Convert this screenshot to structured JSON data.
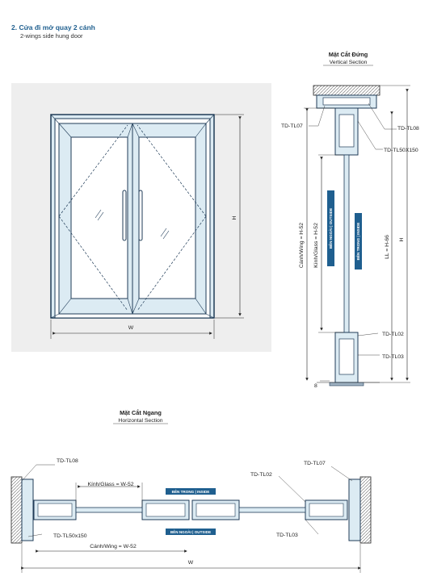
{
  "header": {
    "title": "2. Cửa đi mở quay 2 cánh",
    "subtitle": "2-wings side hung door"
  },
  "elevation": {
    "width_label": "W",
    "height_label": "H"
  },
  "vertical_section": {
    "title": "Mặt Cắt Đứng",
    "subtitle": "Vertical Section",
    "labels": {
      "tl07": "TD-TL07",
      "tl08": "TD-TL08",
      "tl50": "TD-TL50X150",
      "tl02": "TD-TL02",
      "tl03": "TD-TL03",
      "wing": "Cánh/Wing = H-52",
      "glass": "Kính/Glass = H-52",
      "ll": "LL = H-66",
      "h": "H",
      "gap": "8",
      "outside": "BÊN NGOÀI | OUTSIDE",
      "inside": "BÊN TRONG | INSIDE"
    }
  },
  "horizontal_section": {
    "title": "Mặt Cắt Ngang",
    "subtitle": "Horizontal Section",
    "labels": {
      "tl08": "TD-TL08",
      "glass": "Kính/Glass = W-52",
      "inside": "BÊN TRONG | INSIDE",
      "tl02": "TD-TL02",
      "tl07": "TD-TL07",
      "tl50": "TD-TL50x150",
      "outside": "BÊN NGOÀI | OUTSIDE",
      "tl03": "TD-TL03",
      "wing": "Cánh/Wing = W-52",
      "w": "W"
    }
  },
  "colors": {
    "frame": "#1f3b57",
    "fill": "#dcebf3",
    "panel_bg": "#eeeeee",
    "badge": "#1f5f8f"
  }
}
